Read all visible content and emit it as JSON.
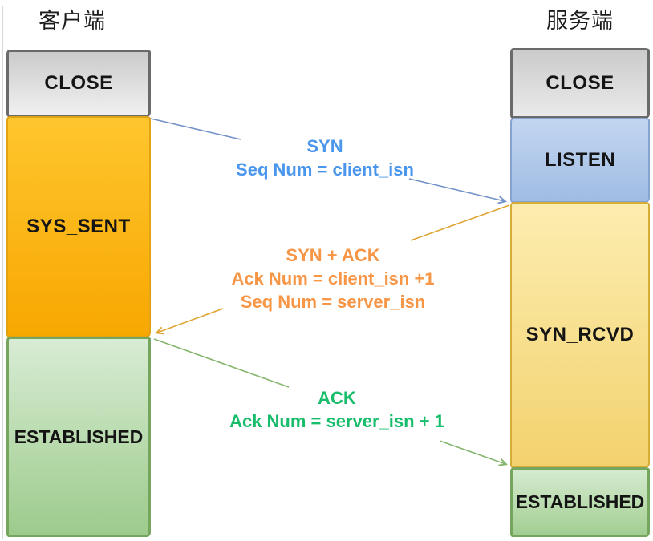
{
  "background": "#ffffff",
  "client": {
    "heading": "客户端",
    "states": [
      {
        "label": "CLOSE",
        "fill_top": "#cbcbcb",
        "fill_bottom": "#f0f0f0",
        "border": "#6a6a6a"
      },
      {
        "label": "SYS_SENT",
        "fill_top": "#fec62e",
        "fill_bottom": "#f8a701",
        "border": "#e2a312"
      },
      {
        "label": "ESTABLISHED",
        "fill_top": "#d8ecd4",
        "fill_bottom": "#9dcb8c",
        "border": "#76a55e"
      }
    ]
  },
  "server": {
    "heading": "服务端",
    "states": [
      {
        "label": "CLOSE",
        "fill_top": "#cbcbcb",
        "fill_bottom": "#eaeaea",
        "border": "#6a6a6a"
      },
      {
        "label": "LISTEN",
        "fill_top": "#c3d6f0",
        "fill_bottom": "#9fbce4",
        "border": "#87a3cf"
      },
      {
        "label": "SYN_RCVD",
        "fill_top": "#fcedb0",
        "fill_bottom": "#f3d26e",
        "border": "#d4ac37"
      },
      {
        "label": "ESTABLISHED",
        "fill_top": "#d5ebd0",
        "fill_bottom": "#a3ce92",
        "border": "#76a55e"
      }
    ]
  },
  "messages": [
    {
      "id": "syn",
      "from": "client",
      "to": "server",
      "text_color": "#4a96ec",
      "arrow_color": "#7291c7",
      "lines": [
        "SYN",
        "Seq Num = client_isn"
      ]
    },
    {
      "id": "syn-ack",
      "from": "server",
      "to": "client",
      "text_color": "#f79646",
      "arrow_color": "#e0a432",
      "lines": [
        "SYN + ACK",
        "Ack Num = client_isn +1",
        "Seq Num = server_isn"
      ]
    },
    {
      "id": "ack",
      "from": "client",
      "to": "server",
      "text_color": "#17bd6a",
      "arrow_color": "#84b56c",
      "lines": [
        "ACK",
        "Ack Num = server_isn + 1"
      ]
    }
  ]
}
